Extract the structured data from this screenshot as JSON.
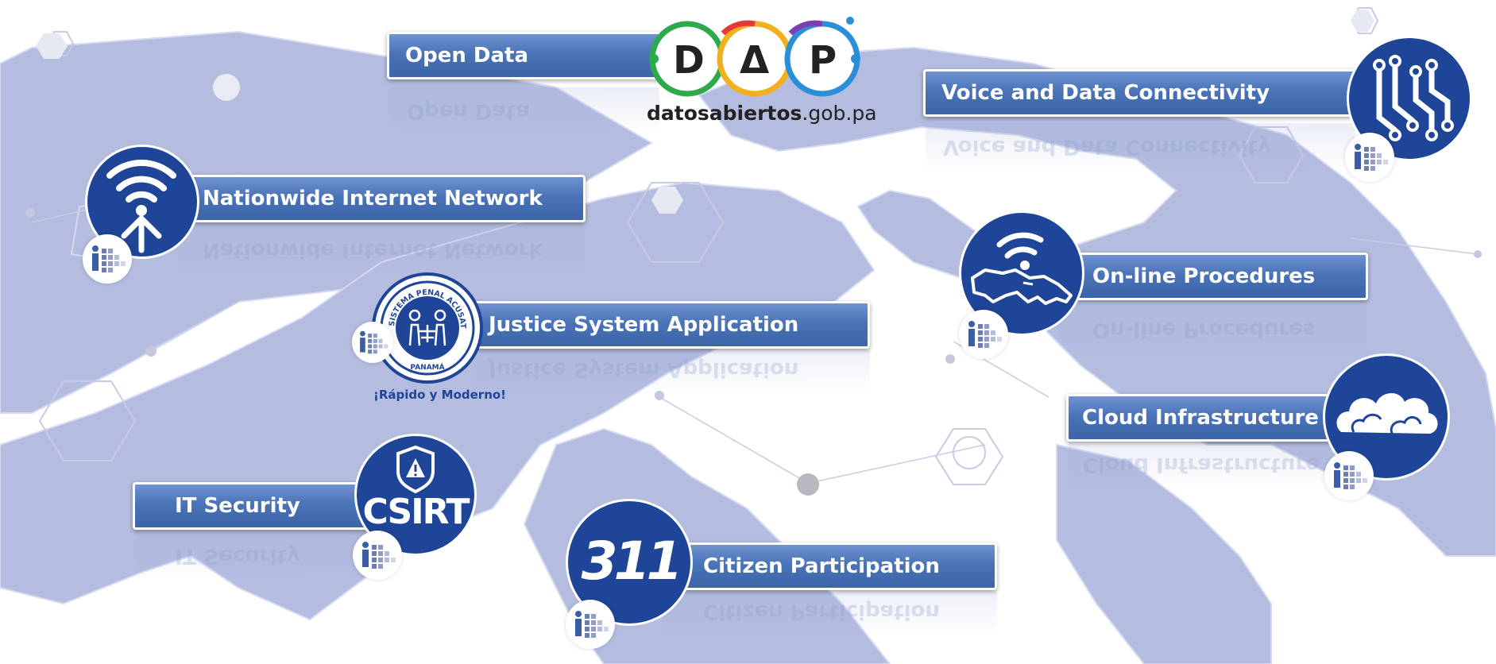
{
  "colors": {
    "map": "#b4bce0",
    "banner": "#4a73b8",
    "circle": "#1f4598",
    "mini_icon": "#4a5f99"
  },
  "logo": {
    "letters": [
      "D",
      "Δ",
      "P"
    ],
    "domain_bold": "datosabiertos",
    "domain_rest": ".gob.pa"
  },
  "seal": {
    "ring_text": "SISTEMA PENAL ACUSATORIO",
    "bottom_text": "PANAMÁ",
    "tagline": "¡Rápido y Moderno!"
  },
  "services": [
    {
      "label": "Open Data",
      "icon": "datosabiertos-logo"
    },
    {
      "label": "Voice and Data Connectivity",
      "icon": "circuit-icon"
    },
    {
      "label": "Nationwide Internet Network",
      "icon": "wifi-upload-icon"
    },
    {
      "label": "On-line Procedures",
      "icon": "panama-wifi-icon"
    },
    {
      "label": "Justice System Application",
      "icon": "justice-seal"
    },
    {
      "label": "Cloud Infrastructure",
      "icon": "cloud-icon"
    },
    {
      "label": "IT Security",
      "icon": "csirt-icon"
    },
    {
      "label": "Citizen Participation",
      "icon": "311-icon"
    }
  ],
  "csirt": {
    "text": "CSIRT"
  },
  "citizen": {
    "number": "311"
  }
}
